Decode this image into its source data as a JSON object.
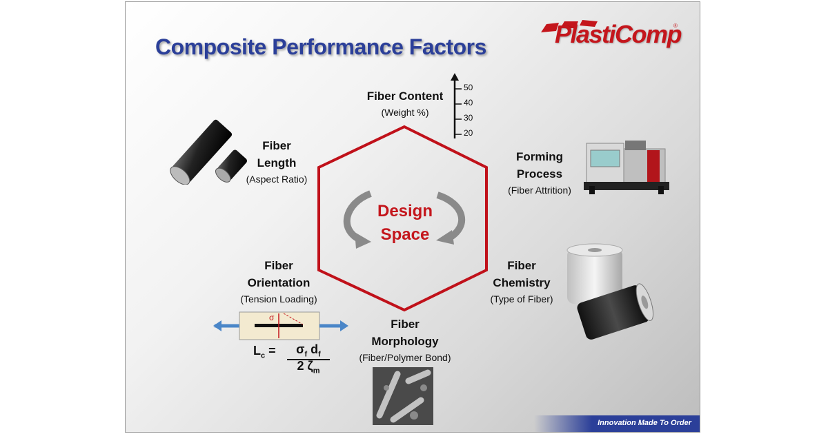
{
  "title": "Composite Performance Factors",
  "logo": {
    "text": "PlastiComp",
    "reg": "®"
  },
  "center": {
    "line1": "Design",
    "line2": "Space"
  },
  "factors": {
    "content": {
      "title": "Fiber Content",
      "sub": "(Weight %)"
    },
    "length": {
      "line1": "Fiber",
      "line2": "Length",
      "sub": "(Aspect Ratio)"
    },
    "forming": {
      "line1": "Forming",
      "line2": "Process",
      "sub": "(Fiber Attrition)"
    },
    "chemistry": {
      "line1": "Fiber",
      "line2": "Chemistry",
      "sub": "(Type of Fiber)"
    },
    "morphology": {
      "line1": "Fiber",
      "line2": "Morphology",
      "sub": "(Fiber/Polymer Bond)"
    },
    "orientation": {
      "line1": "Fiber",
      "line2": "Orientation",
      "sub": "(Tension Loading)"
    }
  },
  "scale": {
    "ticks": [
      "50",
      "40",
      "30",
      "20"
    ]
  },
  "stress_symbol": "σ",
  "formula": {
    "lhs": "L",
    "lhs_sub": "c",
    "eq": "=",
    "num_a": "σ",
    "num_a_sub": "f",
    "num_b": "d",
    "num_b_sub": "f",
    "den": "2 ζ",
    "den_sub": "m"
  },
  "footer": "Innovation Made To Order",
  "colors": {
    "title": "#2b3f99",
    "accent": "#c4161c",
    "arrow_blue": "#4a86c8"
  }
}
